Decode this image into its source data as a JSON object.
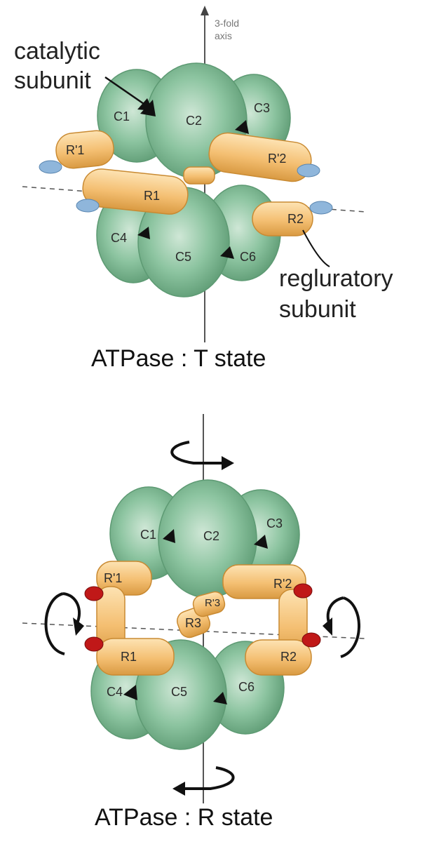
{
  "colors": {
    "catalytic": "#7fb893",
    "catalytic_dark": "#4f8a65",
    "regulatory": "#f1b96c",
    "regulatory_dark": "#c98a32",
    "effector_T": "#8fb6db",
    "effector_R": "#c01818",
    "axis": "#666666"
  },
  "t_state": {
    "caption": "ATPase : T state",
    "axis_label_line1": "3-fold",
    "axis_label_line2": "axis",
    "catalytic_label_line1": "catalytic",
    "catalytic_label_line2": "subunit",
    "regulatory_label_line1": "regluratory",
    "regulatory_label_line2": "subunit",
    "catalytic_subunits": [
      "C1",
      "C2",
      "C3",
      "C4",
      "C5",
      "C6"
    ],
    "regulatory_subunits": [
      "R'1",
      "R1",
      "R'2",
      "R2"
    ]
  },
  "r_state": {
    "caption": "ATPase : R state",
    "catalytic_subunits": [
      "C1",
      "C2",
      "C3",
      "C4",
      "C5",
      "C6"
    ],
    "regulatory_subunits": [
      "R'1",
      "R1",
      "R'2",
      "R2",
      "R3",
      "R'3"
    ]
  }
}
